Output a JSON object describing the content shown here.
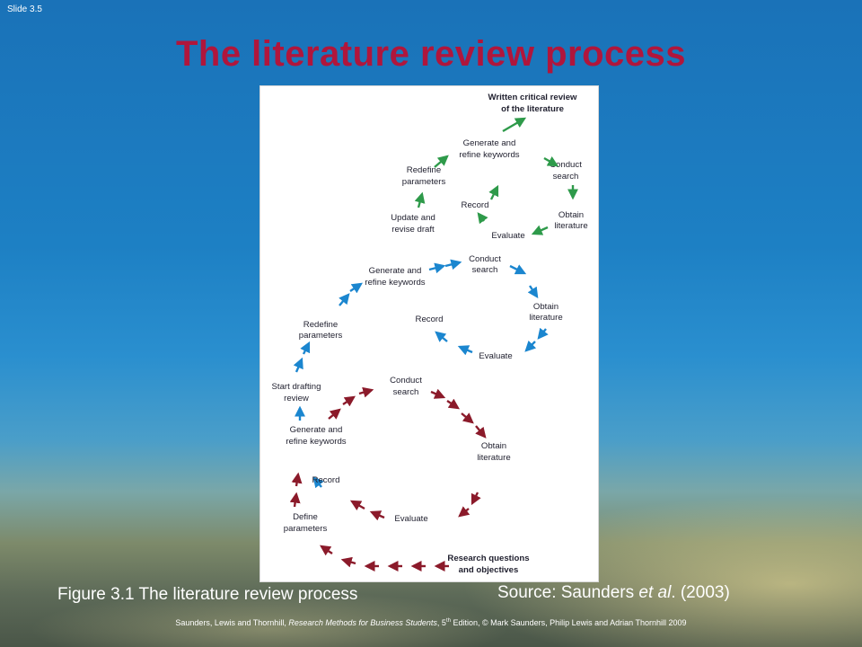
{
  "slide_number": "Slide 3.5",
  "title": "The literature review process",
  "figure": {
    "nodes_top": {
      "written_review_1": "Written critical review",
      "written_review_2": "of the literature",
      "gen_refine_1": "Generate and",
      "gen_refine_2": "refine keywords",
      "conduct_1": "Conduct",
      "conduct_2": "search",
      "redefine_1": "Redefine",
      "redefine_2": "parameters",
      "record": "Record",
      "update_1": "Update and",
      "update_2": "revise draft",
      "obtain_1": "Obtain",
      "obtain_2": "literature",
      "evaluate": "Evaluate"
    },
    "nodes_middle": {
      "gen_refine_1": "Generate and",
      "gen_refine_2": "refine keywords",
      "conduct_1": "Conduct",
      "conduct_2": "search",
      "record": "Record",
      "obtain_1": "Obtain",
      "obtain_2": "literature",
      "redefine_1": "Redefine",
      "redefine_2": "parameters",
      "evaluate": "Evaluate",
      "start_1": "Start drafting",
      "start_2": "review"
    },
    "nodes_bottom": {
      "conduct_1": "Conduct",
      "conduct_2": "search",
      "gen_refine_1": "Generate and",
      "gen_refine_2": "refine keywords",
      "obtain_1": "Obtain",
      "obtain_2": "literature",
      "record": "Record",
      "define_1": "Define",
      "define_2": "parameters",
      "evaluate": "Evaluate",
      "rq_1": "Research questions",
      "rq_2": "and objectives"
    },
    "colors": {
      "green": "#2e9a4a",
      "blue": "#1b86cf",
      "red": "#8b1a2a"
    }
  },
  "caption": "Figure 3.1  The literature review process",
  "source": {
    "prefix": "Source: Saunders ",
    "etal": "et al",
    "suffix": ". (2003)"
  },
  "footer": {
    "authors": "Saunders, Lewis and Thornhill, ",
    "book": "Research Methods for Business Students",
    "edition_pre": ", 5",
    "edition_sup": "th",
    "rest": " Edition, © Mark Saunders, Philip Lewis and Adrian Thornhill 2009"
  }
}
